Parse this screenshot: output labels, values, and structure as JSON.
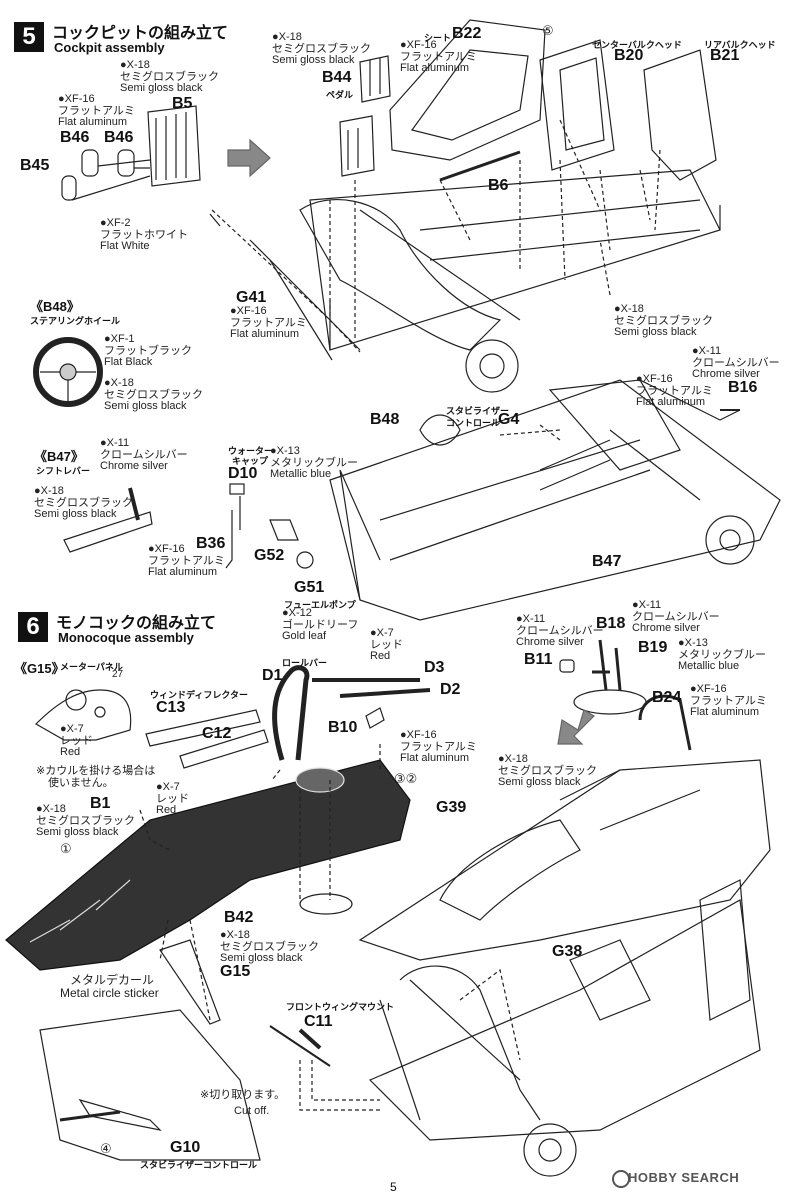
{
  "page_number": "5",
  "watermark": "HOBBY SEARCH",
  "step5": {
    "number": "5",
    "title_jp": "コックピットの組み立て",
    "title_en": "Cockpit assembly"
  },
  "step6": {
    "number": "6",
    "title_jp": "モノコックの組み立て",
    "title_en": "Monocoque assembly"
  },
  "paints": {
    "x18": {
      "code": "●X-18",
      "jp": "セミグロスブラック",
      "en": "Semi gloss black"
    },
    "xf16": {
      "code": "●XF-16",
      "jp": "フラットアルミ",
      "en": "Flat aluminum"
    },
    "xf2": {
      "code": "●XF-2",
      "jp": "フラットホワイト",
      "en": "Flat White"
    },
    "xf1": {
      "code": "●XF-1",
      "jp": "フラットブラック",
      "en": "Flat Black"
    },
    "x11": {
      "code": "●X-11",
      "jp": "クロームシルバー",
      "en": "Chrome silver"
    },
    "x13": {
      "code": "●X-13",
      "jp": "メタリックブルー",
      "en": "Metallic blue"
    },
    "x12": {
      "code": "●X-12",
      "jp": "ゴールドリーフ",
      "en": "Gold leaf"
    },
    "x7": {
      "code": "●X-7",
      "jp": "レッド",
      "en": "Red"
    }
  },
  "parts": {
    "B5": "B5",
    "B46": "B46",
    "B45": "B45",
    "B44": "B44",
    "B22": "B22",
    "B20": "B20",
    "B21": "B21",
    "B6": "B6",
    "G41": "G41",
    "B48": "B48",
    "G4": "G4",
    "B16": "B16",
    "B47": "B47",
    "D10": "D10",
    "B36": "B36",
    "G52": "G52",
    "G51": "G51",
    "B18": "B18",
    "B19": "B19",
    "B11": "B11",
    "B24": "B24",
    "D1": "D1",
    "D3": "D3",
    "D2": "D2",
    "C13": "C13",
    "C12": "C12",
    "B10": "B10",
    "B1": "B1",
    "B42": "B42",
    "G15": "G15",
    "G39": "G39",
    "G38": "G38",
    "C11": "C11",
    "G10": "G10"
  },
  "labels": {
    "pedal": "ペダル",
    "seat": "シート",
    "center_bulkhead": "センターバルクヘッド",
    "rear_bulkhead": "リアバルクヘッド",
    "steering_wheel_title": "《B48》",
    "steering_wheel_jp": "ステアリングホイール",
    "shift_lever_title": "《B47》",
    "shift_lever_jp": "シフトレバー",
    "stabilizer_control": "スタビライザーコントロール",
    "stabilizer_jp1": "スタビライザー",
    "stabilizer_jp2": "コントロール",
    "water_cap_jp1": "ウォーター",
    "water_cap_jp2": "キャップ",
    "fuel_pump": "フューエルポンプ",
    "meter_panel_title": "《G15》",
    "meter_panel_jp": "メーターパネル",
    "wind_deflector": "ウィンドディフレクター",
    "roll_bar": "ロールバー",
    "cowl_note_1": "※カウルを掛ける場合は",
    "cowl_note_2": "使いません。",
    "metal_decal_jp": "メタルデカール",
    "metal_decal_en": "Metal circle sticker",
    "front_wing_mount": "フロントウィングマウント",
    "cut_off_jp": "※切り取ります。",
    "cut_off_en": "Cut off.",
    "n1": "①",
    "n4": "④",
    "n5": "⑤",
    "n27": "27",
    "n32": "③②"
  }
}
